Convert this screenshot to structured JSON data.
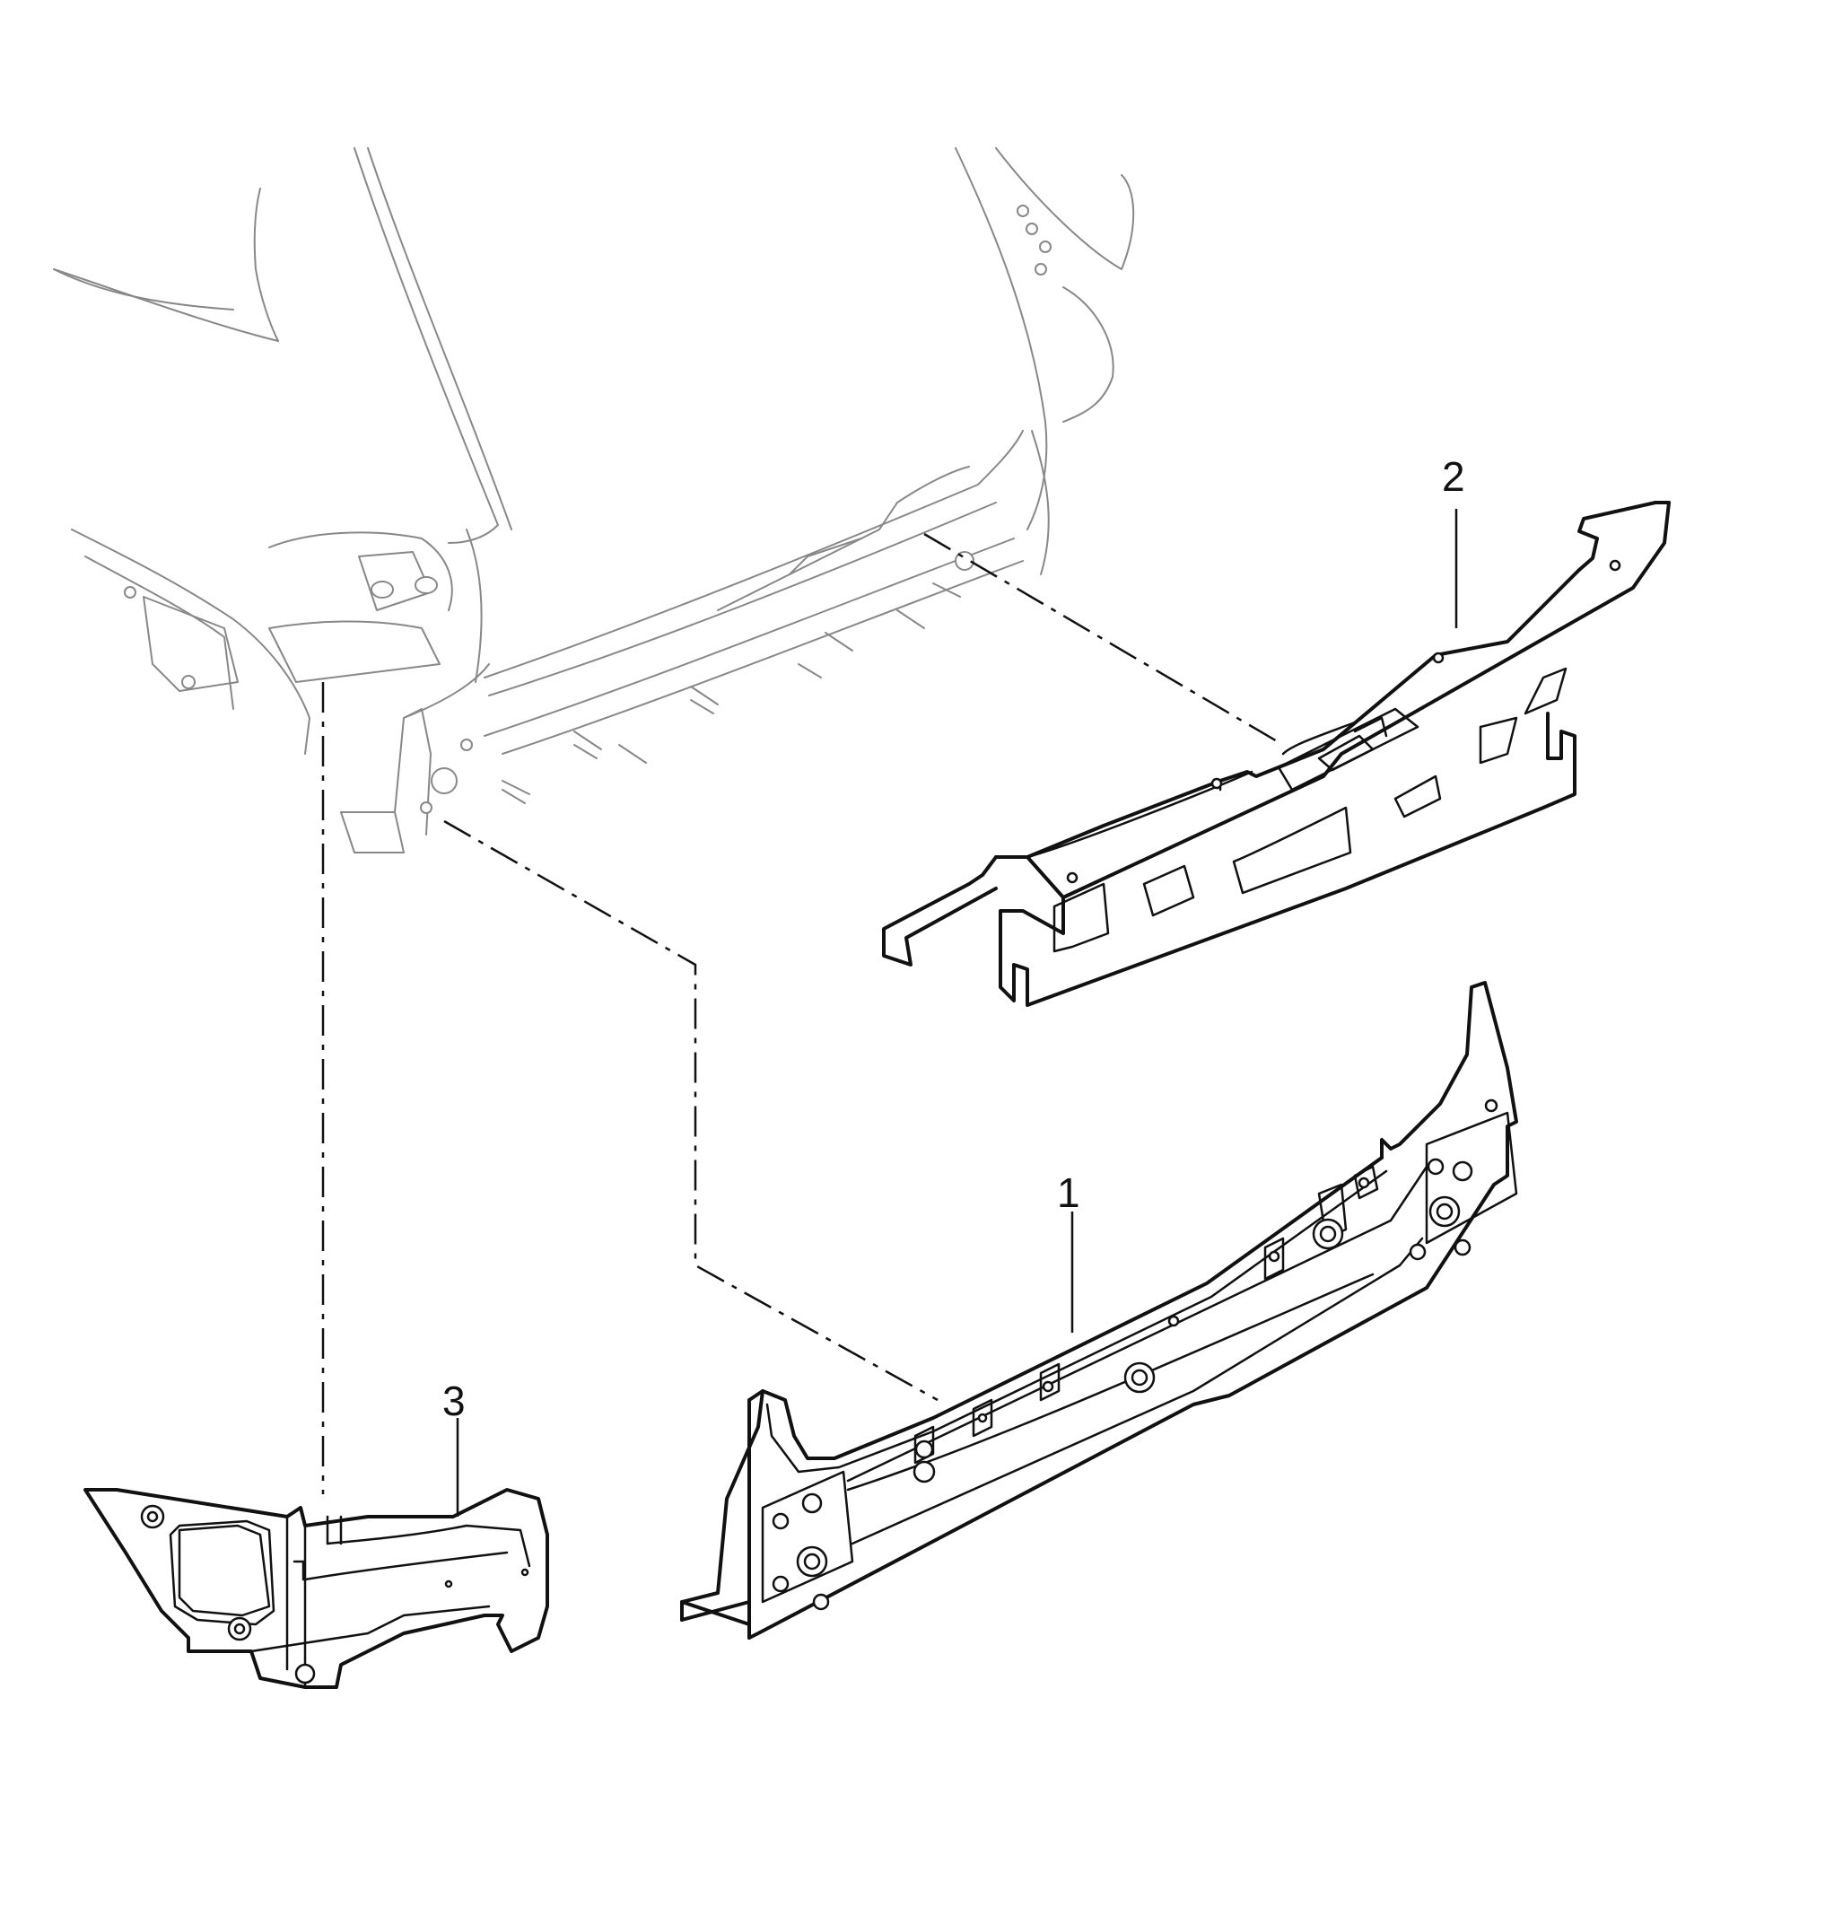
{
  "callouts": {
    "part1": "1",
    "part2": "2",
    "part3": "3"
  },
  "colors": {
    "line": "#111111",
    "context_line": "#888888",
    "background": "#ffffff"
  }
}
